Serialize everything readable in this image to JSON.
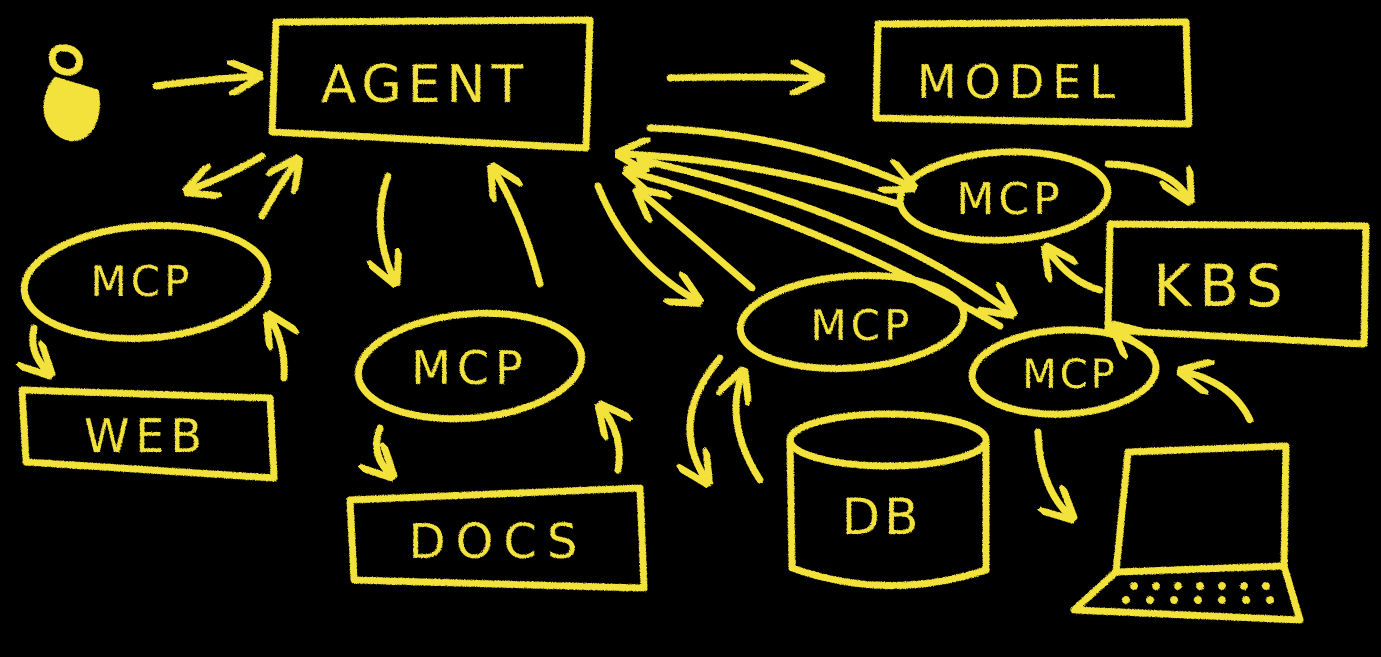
{
  "colors": {
    "background": "#000000",
    "chalk": "#f2e23a"
  },
  "nodes": {
    "agent": "AGENT",
    "model": "MODEL",
    "kbs": "KBS",
    "web": "WEB",
    "docs": "DOCS",
    "db": "DB",
    "mcp_web": "MCP",
    "mcp_docs": "MCP",
    "mcp_model": "MCP",
    "mcp_db": "MCP",
    "mcp_kbs": "MCP"
  },
  "icons": {
    "user": "user-icon",
    "laptop": "laptop-icon",
    "database": "database-icon"
  }
}
